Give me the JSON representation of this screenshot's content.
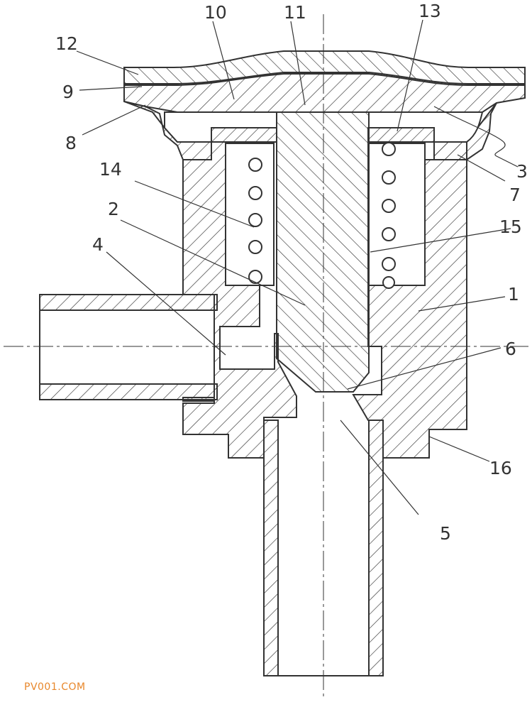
{
  "labels": {
    "l1": "1",
    "l2": "2",
    "l3": "3",
    "l4": "4",
    "l5": "5",
    "l6": "6",
    "l7": "7",
    "l8": "8",
    "l9": "9",
    "l10": "10",
    "l11": "11",
    "l12": "12",
    "l13": "13",
    "l14": "14",
    "l15": "15",
    "l16": "16"
  },
  "watermark": "PV001.COM",
  "colors": {
    "line": "#333333",
    "watermark": "#e8872b",
    "background": "#ffffff"
  }
}
